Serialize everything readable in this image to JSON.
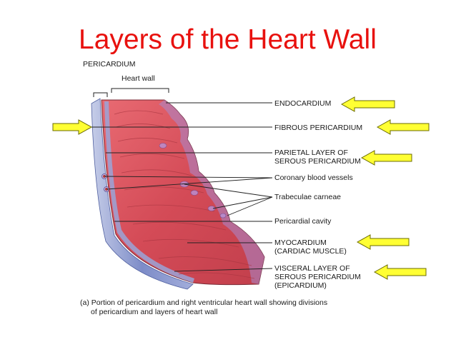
{
  "slide": {
    "title": "Layers of the Heart Wall"
  },
  "diagram": {
    "top_labels": {
      "pericardium": "PERICARDIUM",
      "heart_wall": "Heart wall"
    },
    "labels": {
      "endocardium": "ENDOCARDIUM",
      "fibrous_pericardium": "FIBROUS PERICARDIUM",
      "parietal_line1": "PARIETAL LAYER OF",
      "parietal_line2": "SEROUS PERICARDIUM",
      "coronary_vessels": "Coronary blood vessels",
      "trabeculae": "Trabeculae carneae",
      "pericardial_cavity": "Pericardial cavity",
      "myocardium_line1": "MYOCARDIUM",
      "myocardium_line2": "(CARDIAC MUSCLE)",
      "visceral_line1": "VISCERAL LAYER OF",
      "visceral_line2": "SEROUS PERICARDIUM",
      "visceral_line3": "(EPICARDIUM)"
    },
    "caption": {
      "line1": "(a) Portion of pericardium and right ventricular heart wall showing divisions",
      "line2": "of pericardium and layers of heart wall"
    },
    "colors": {
      "title": "#e8110e",
      "arrow_fill": "#ffff33",
      "arrow_stroke": "#7a7a00",
      "muscle": "#d9545e",
      "pericardium": "#8a9ad0",
      "epicardium_purple": "#a88ad0"
    }
  }
}
